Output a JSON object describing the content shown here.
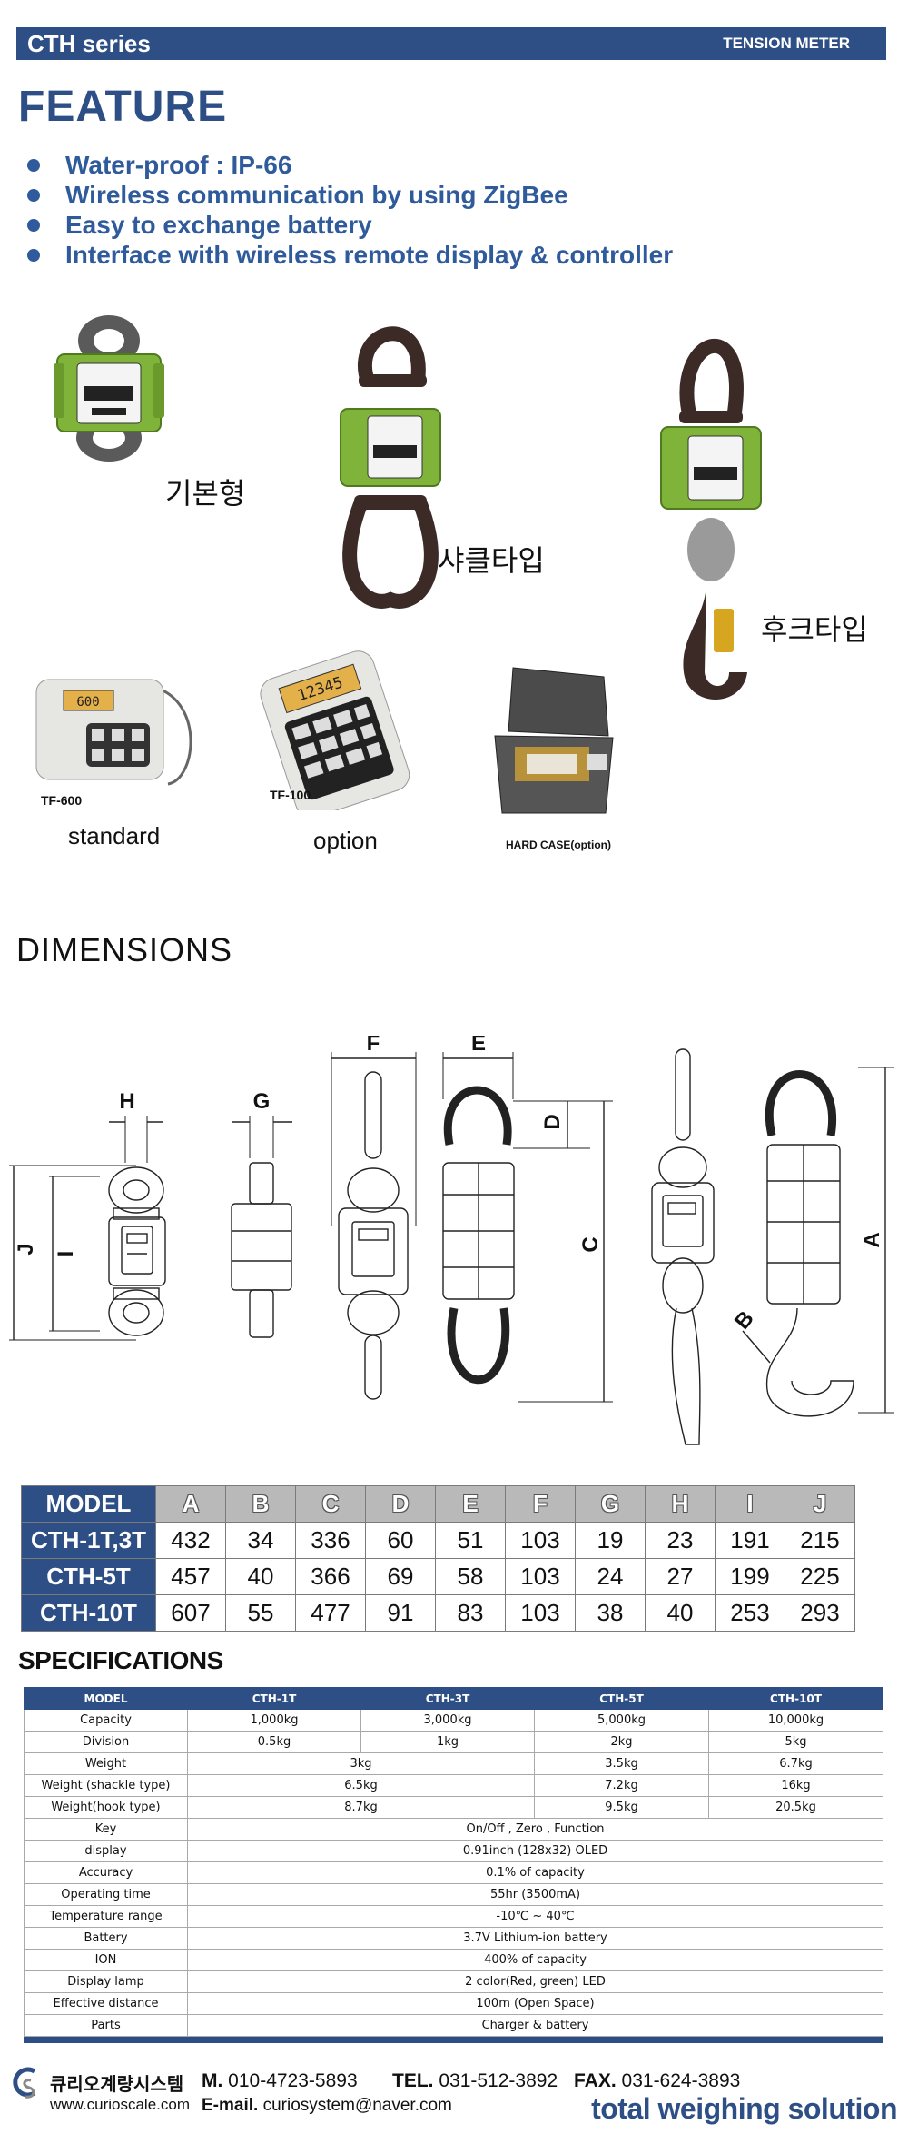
{
  "header": {
    "series": "CTH series",
    "category": "TENSION METER"
  },
  "feature": {
    "title": "FEATURE",
    "items": [
      "Water-proof : IP-66",
      "Wireless communication by using ZigBee",
      "Easy to exchange battery",
      "Interface with wireless remote display & controller"
    ]
  },
  "products": {
    "basic": "기본형",
    "shackle": "샤클타입",
    "hook": "후크타입",
    "tf600": "TF-600",
    "tf100": "TF-100",
    "tf600_display": "600",
    "tf100_display": "12345",
    "standard": "standard",
    "option": "option",
    "hard_case": "HARD CASE(option)"
  },
  "colors": {
    "brand": "#2d4f86",
    "body_green": "#7fb33a",
    "shackle_brown": "#3b2a26",
    "text_blue": "#2f5b9c"
  },
  "dimensions": {
    "title": "DIMENSIONS",
    "labels": {
      "h": "H",
      "g": "G",
      "f": "F",
      "e": "E",
      "d": "D",
      "c": "C",
      "i": "I",
      "j": "J",
      "b": "B",
      "a": "A"
    },
    "table": {
      "headers": [
        "MODEL",
        "A",
        "B",
        "C",
        "D",
        "E",
        "F",
        "G",
        "H",
        "I",
        "J"
      ],
      "rows": [
        {
          "model": "CTH-1T,3T",
          "values": [
            "432",
            "34",
            "336",
            "60",
            "51",
            "103",
            "19",
            "23",
            "191",
            "215"
          ]
        },
        {
          "model": "CTH-5T",
          "values": [
            "457",
            "40",
            "366",
            "69",
            "58",
            "103",
            "24",
            "27",
            "199",
            "225"
          ]
        },
        {
          "model": "CTH-10T",
          "values": [
            "607",
            "55",
            "477",
            "91",
            "83",
            "103",
            "38",
            "40",
            "253",
            "293"
          ]
        }
      ]
    }
  },
  "specifications": {
    "title": "SPECIFICATIONS",
    "header": [
      "MODEL",
      "CTH-1T",
      "CTH-3T",
      "CTH-5T",
      "CTH-10T"
    ],
    "capacity": {
      "label": "Capacity",
      "values": [
        "1,000kg",
        "3,000kg",
        "5,000kg",
        "10,000kg"
      ]
    },
    "division": {
      "label": "Division",
      "values": [
        "0.5kg",
        "1kg",
        "2kg",
        "5kg"
      ]
    },
    "weight": {
      "label": "Weight",
      "v13": "3kg",
      "v5": "3.5kg",
      "v10": "6.7kg"
    },
    "weight_shackle": {
      "label": "Weight (shackle type)",
      "v13": "6.5kg",
      "v5": "7.2kg",
      "v10": "16kg"
    },
    "weight_hook": {
      "label": "Weight(hook type)",
      "v13": "8.7kg",
      "v5": "9.5kg",
      "v10": "20.5kg"
    },
    "common": [
      {
        "label": "Key",
        "value": "On/Off , Zero , Function"
      },
      {
        "label": "display",
        "value": "0.91inch (128x32) OLED"
      },
      {
        "label": "Accuracy",
        "value": "0.1% of capacity"
      },
      {
        "label": "Operating time",
        "value": "55hr (3500mA)"
      },
      {
        "label": "Temperature range",
        "value": "-10℃ ~ 40℃"
      },
      {
        "label": "Battery",
        "value": "3.7V Lithium-ion battery"
      },
      {
        "label": "ION",
        "value": "400% of capacity"
      },
      {
        "label": "Display lamp",
        "value": "2 color(Red, green) LED"
      },
      {
        "label": "Effective distance",
        "value": "100m (Open Space)"
      },
      {
        "label": "Parts",
        "value": "Charger & battery"
      }
    ]
  },
  "footer": {
    "company": "큐리오계량시스템",
    "url": "www.curioscale.com",
    "mobile_label": "M.",
    "mobile": "010-4723-5893",
    "tel_label": "TEL.",
    "tel": "031-512-3892",
    "fax_label": "FAX.",
    "fax": "031-624-3893",
    "email_label": "E-mail.",
    "email": "curiosystem@naver.com",
    "slogan": "total weighing solution"
  }
}
